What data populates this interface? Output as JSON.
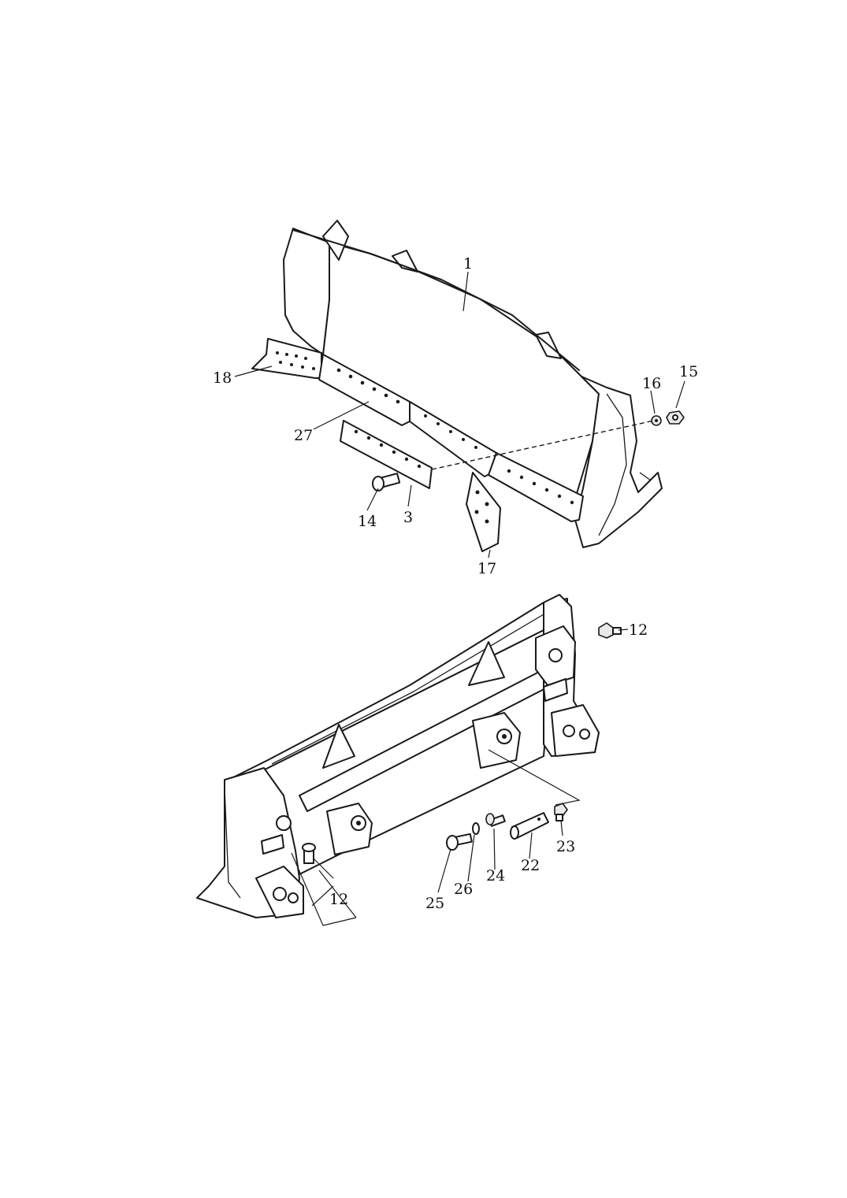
{
  "diagram": {
    "labels": {
      "l1": "1",
      "l18": "18",
      "l16": "16",
      "l15": "15",
      "l27": "27",
      "l14": "14",
      "l3": "3",
      "l17": "17",
      "l12_top": "12",
      "l12_bottom": "12",
      "l23": "23",
      "l22": "22",
      "l24": "24",
      "l26": "26",
      "l25": "25"
    }
  }
}
